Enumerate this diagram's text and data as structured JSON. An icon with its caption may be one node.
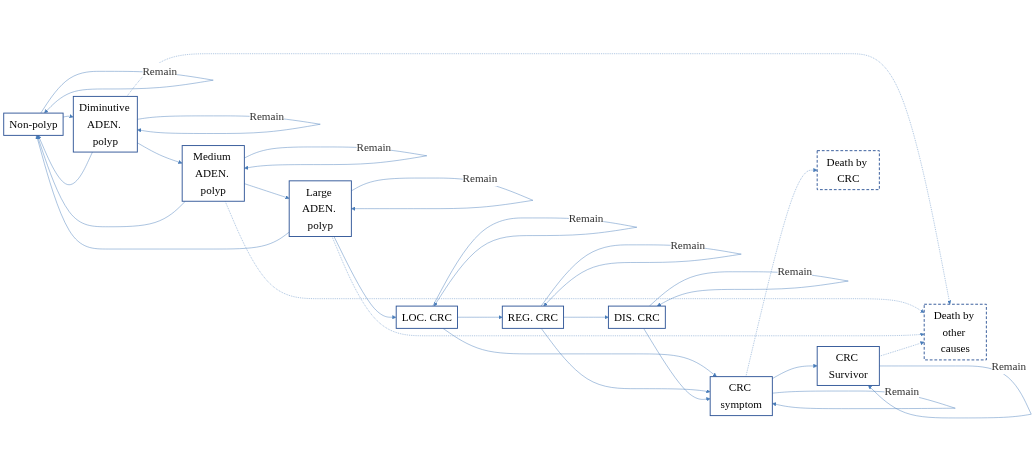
{
  "diagram": {
    "nodes": [
      {
        "text": [
          "Non-polyp"
        ]
      },
      {
        "text": [
          "Diminutive ADEN. polyp"
        ]
      },
      {
        "text": [
          "Medium ADEN. polyp"
        ]
      },
      {
        "text": [
          "Large ADEN. polyp"
        ]
      },
      {
        "text": [
          "LOC. CRC"
        ]
      },
      {
        "text": [
          "REG. CRC"
        ]
      },
      {
        "text": [
          "DIS. CRC"
        ]
      },
      {
        "text": [
          "Death by other causes"
        ]
      },
      {
        "text": [
          "CRC Survivor"
        ]
      },
      {
        "text": [
          "CRC symptom"
        ]
      },
      {
        "text": [
          "Death by CRC"
        ]
      }
    ],
    "edges": [
      {
        "from": 0,
        "to": 0,
        "arrow": "to",
        "label": "Remain"
      },
      {
        "from": 1,
        "to": 0,
        "arrow": "to"
      },
      {
        "from": 0,
        "to": 1,
        "arrow": "to"
      },
      {
        "from": 2,
        "to": 0,
        "arrow": "to"
      },
      {
        "from": 3,
        "to": 0,
        "arrow": "to"
      },
      {
        "from": 1,
        "to": 1,
        "arrow": "to",
        "label": "Remain"
      },
      {
        "from": 2,
        "to": 2,
        "arrow": "to",
        "label": "Remain"
      },
      {
        "from": 3,
        "to": 3,
        "arrow": "to",
        "label": "Remain"
      },
      {
        "from": 4,
        "to": 4,
        "arrow": "to",
        "label": "Remain"
      },
      {
        "from": 5,
        "to": 5,
        "arrow": "to",
        "label": "Remain"
      },
      {
        "from": 6,
        "to": 6,
        "arrow": "to",
        "label": "Remain"
      },
      {
        "from": 1,
        "to": 2,
        "arrow": "to"
      },
      {
        "from": 2,
        "to": 3,
        "arrow": "to"
      },
      {
        "from": 3,
        "to": 4,
        "arrow": "to"
      },
      {
        "from": 4,
        "to": 5,
        "arrow": "to"
      },
      {
        "from": 5,
        "to": 6,
        "arrow": "to"
      },
      {
        "from": 1,
        "to": 7,
        "arrow": "to",
        "style": "dashed"
      },
      {
        "from": 2,
        "to": 7,
        "arrow": "to",
        "style": "dashed"
      },
      {
        "from": 3,
        "to": 7,
        "arrow": "to",
        "style": "dashed"
      },
      {
        "from": 4,
        "to": 9,
        "arrow": "to"
      },
      {
        "from": 5,
        "to": 9,
        "arrow": "to"
      },
      {
        "from": 6,
        "to": 9,
        "arrow": "to"
      },
      {
        "from": 8,
        "to": 8,
        "arrow": "to",
        "label": "Remain"
      },
      {
        "from": 9,
        "to": 9,
        "arrow": "to",
        "label": "Remain"
      },
      {
        "from": 9,
        "to": 8,
        "arrow": "to"
      },
      {
        "from": 8,
        "to": 7,
        "arrow": "to",
        "style": "dashed"
      },
      {
        "from": 9,
        "to": 10,
        "arrow": "to",
        "style": "dashed"
      }
    ]
  }
}
